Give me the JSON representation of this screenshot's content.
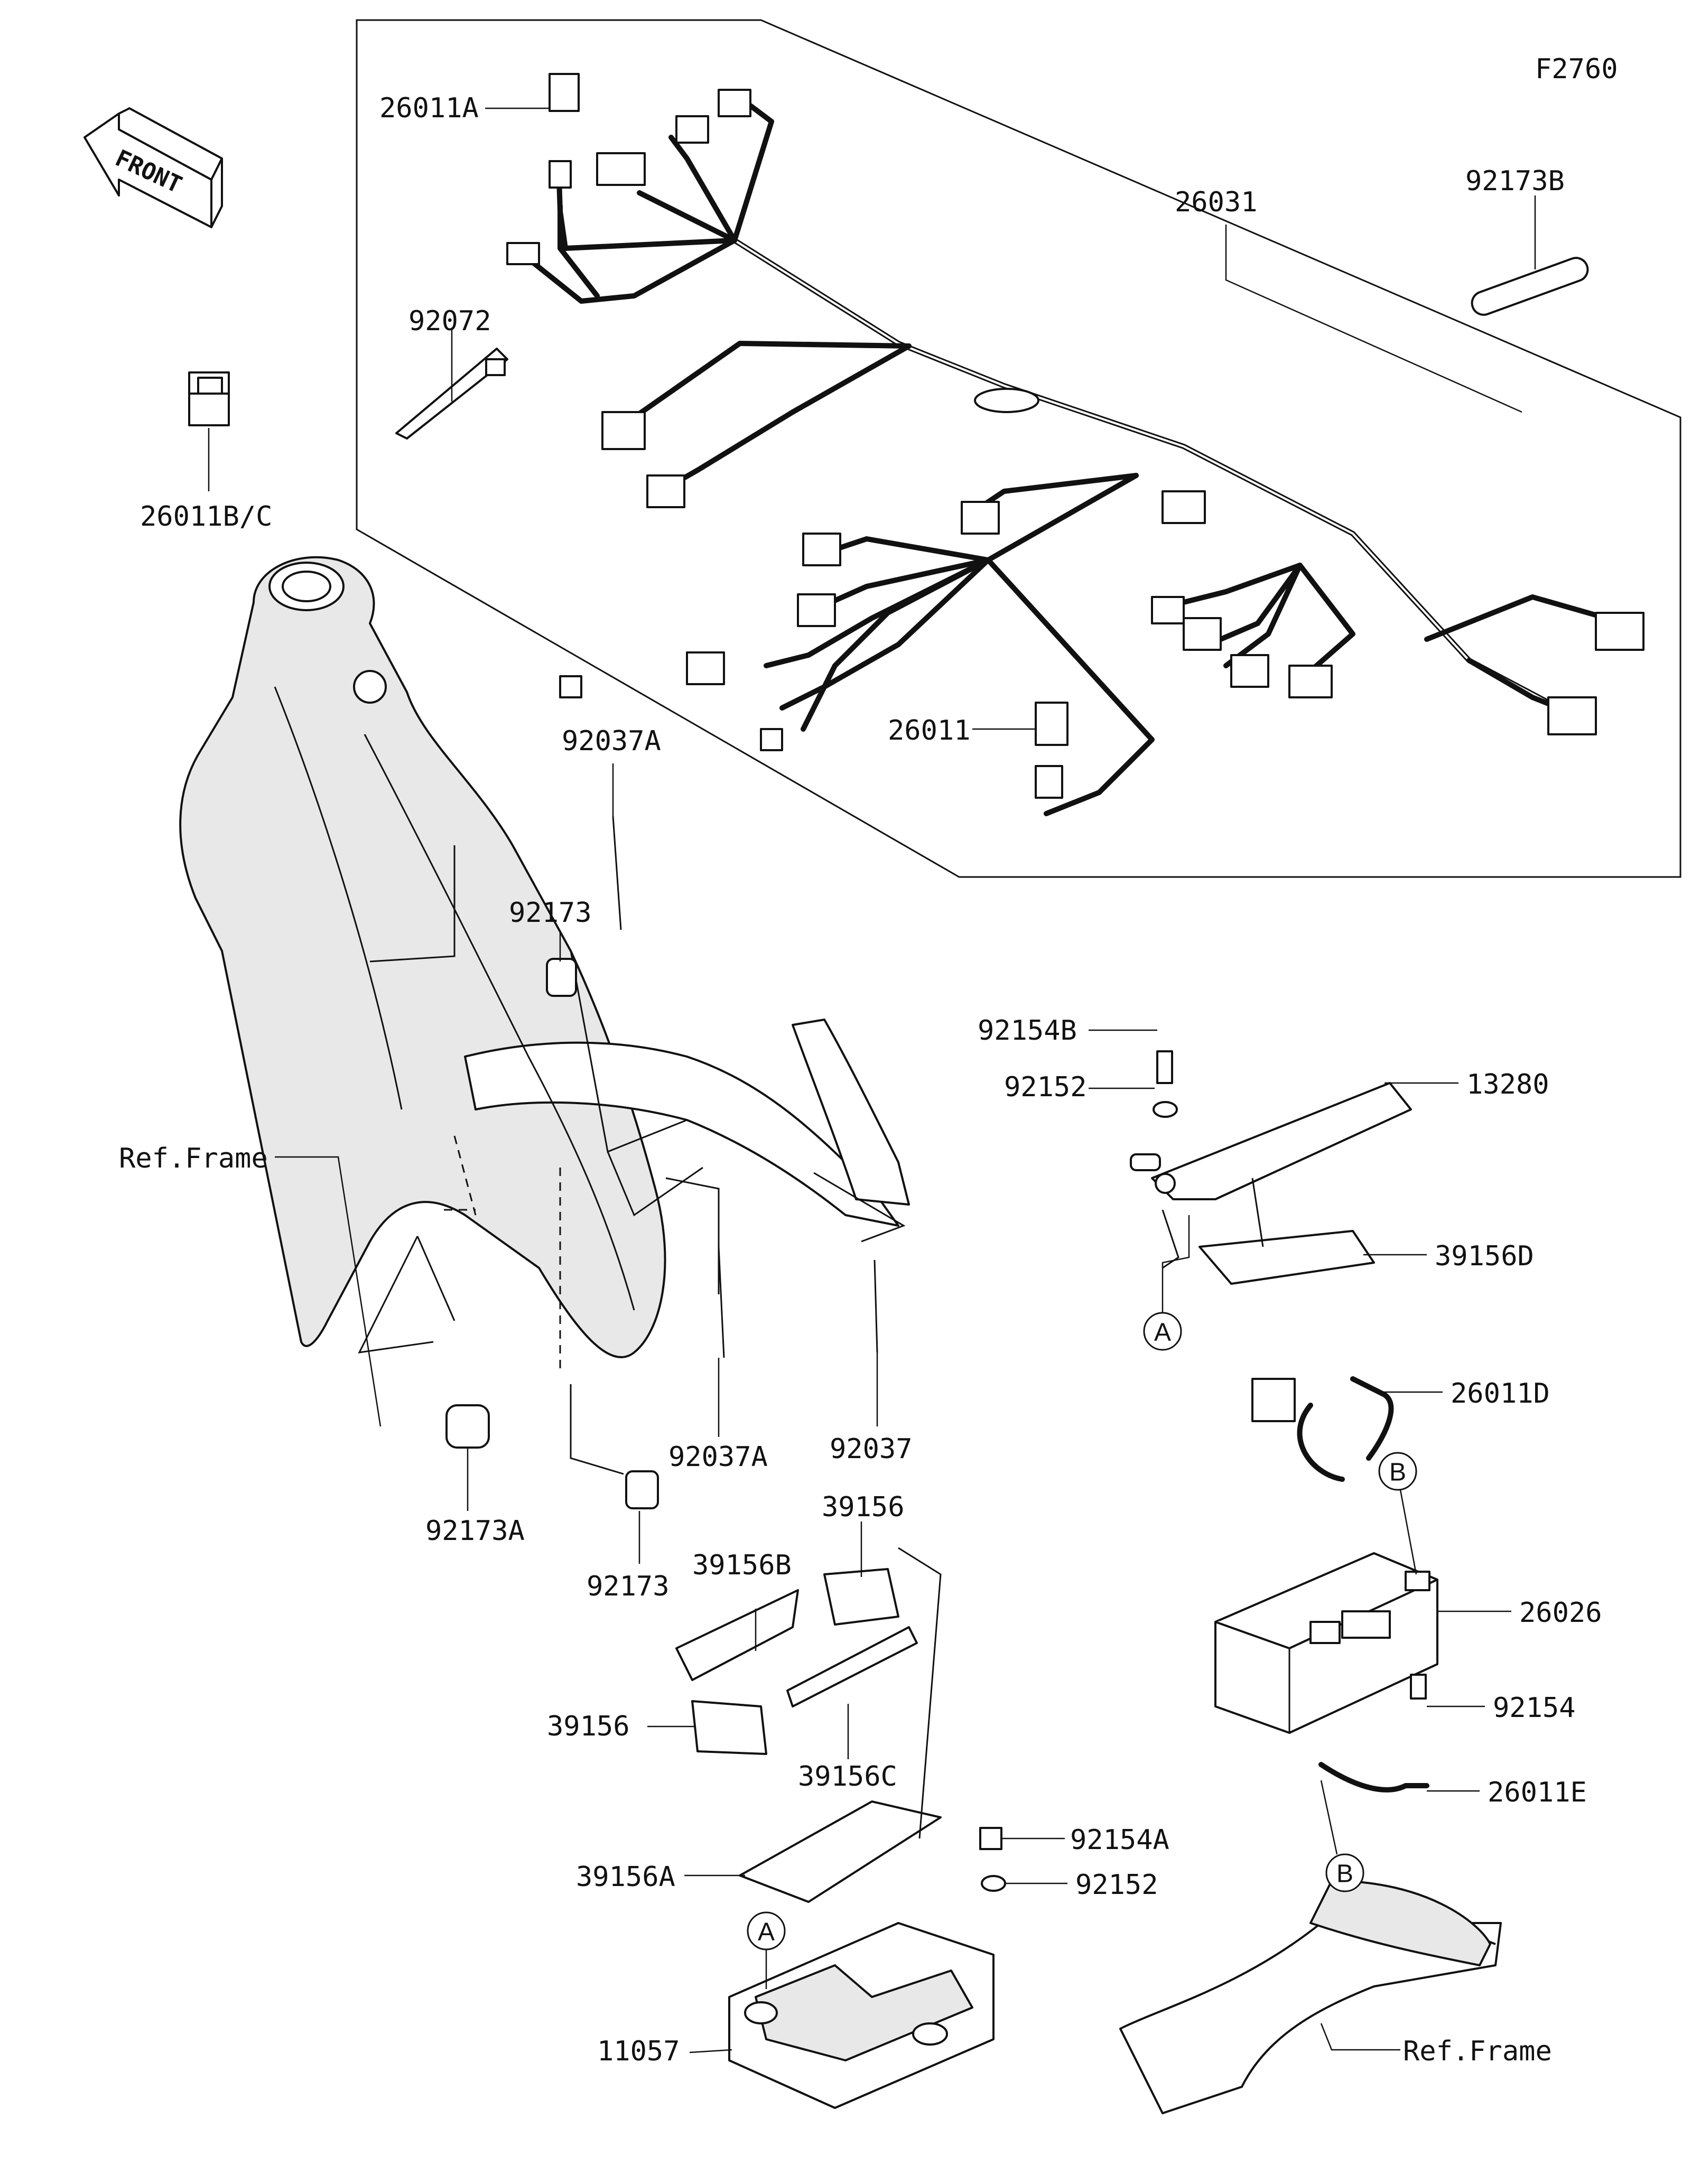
{
  "figure_code": "F2760",
  "front_label": "FRONT",
  "parts": {
    "p26011A": "26011A",
    "p26031": "26031",
    "p92173B": "92173B",
    "p92072": "92072",
    "p26011BC": "26011B/C",
    "p26011": "26011",
    "p92037A_top": "92037A",
    "p92173_top": "92173",
    "p92154B": "92154B",
    "p92152_top": "92152",
    "p13280": "13280",
    "p39156D": "39156D",
    "p26011D": "26011D",
    "p26026": "26026",
    "p92154": "92154",
    "p26011E": "26011E",
    "p92037A_bot": "92037A",
    "p92037": "92037",
    "p92173A": "92173A",
    "p92173_bot": "92173",
    "p39156_top": "39156",
    "p39156B": "39156B",
    "p39156_left": "39156",
    "p39156C": "39156C",
    "p39156A": "39156A",
    "p92154A": "92154A",
    "p92152_bot": "92152",
    "p11057": "11057"
  },
  "ref_labels": {
    "frame_left": "Ref.Frame",
    "frame_right": "Ref.Frame"
  },
  "markers": {
    "a1": "A",
    "a2": "A",
    "b1": "B",
    "b2": "B"
  }
}
